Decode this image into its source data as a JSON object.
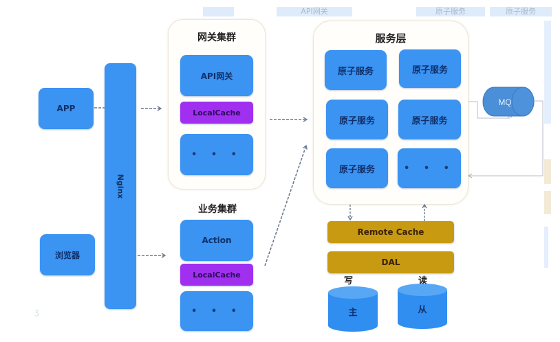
{
  "clients": {
    "app": "APP",
    "browser": "浏览器"
  },
  "nginx": {
    "label": "Nginx"
  },
  "gateway_cluster": {
    "title": "网关集群",
    "api_gateway": "API网关",
    "local_cache": "LocalCache",
    "more": "• • •"
  },
  "business_cluster": {
    "title": "业务集群",
    "action": "Action",
    "local_cache": "LocalCache",
    "more": "• • •"
  },
  "service_layer": {
    "title": "服务层",
    "services": [
      "原子服务",
      "原子服务",
      "原子服务",
      "原子服务",
      "原子服务"
    ],
    "more": "• • •"
  },
  "mq": {
    "label": "MQ"
  },
  "storage": {
    "remote_cache": "Remote Cache",
    "dal": "DAL",
    "write_label": "写",
    "read_label": "读",
    "master": "主",
    "slave": "从"
  },
  "ghost_top": {
    "items": [
      "",
      "API网关",
      "原子服务",
      "原子服务"
    ]
  },
  "colors": {
    "blue_box": "#3b93f2",
    "purple_cache": "#a12ff0",
    "gold_storage": "#c89a12",
    "mq_blue": "#4a8fd8",
    "arrow_gray": "#6a7a90"
  }
}
